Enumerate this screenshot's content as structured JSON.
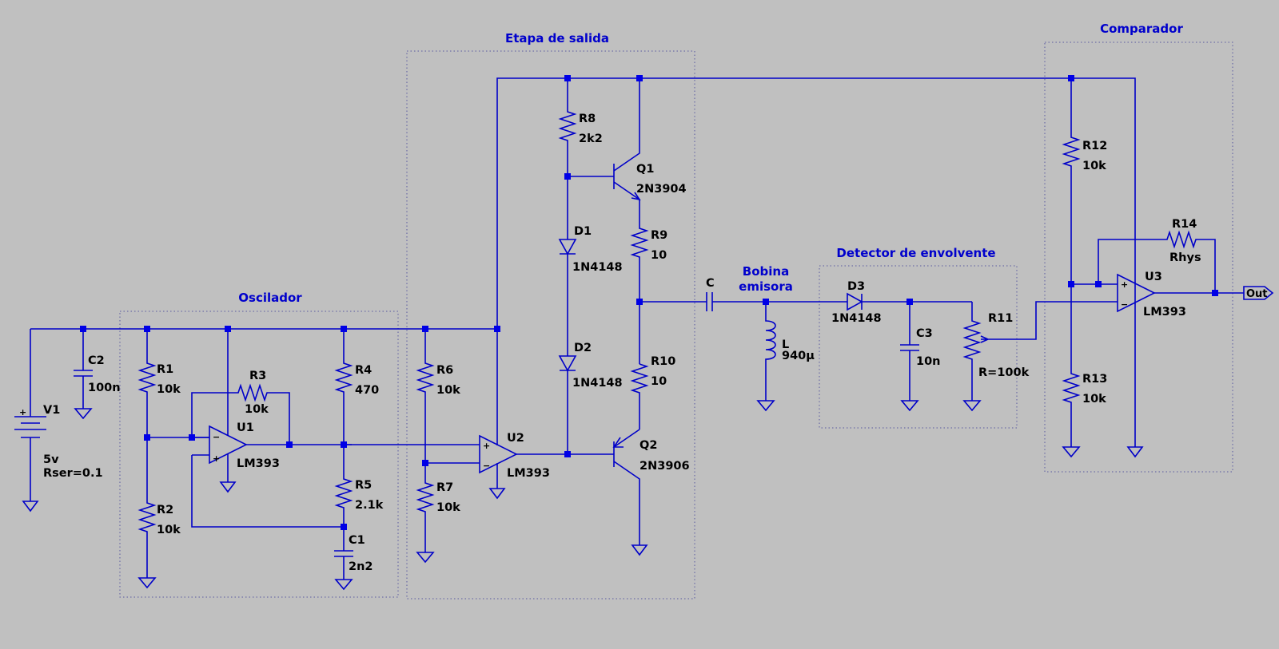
{
  "sections": {
    "oscilador": "Oscilador",
    "etapa_salida": "Etapa de salida",
    "comparador": "Comparador",
    "detector": "Detector de envolvente",
    "bobina_l1": "Bobina",
    "bobina_l2": "emisora"
  },
  "components": {
    "V1": {
      "name": "V1",
      "value": "5v",
      "extra": "Rser=0.1"
    },
    "C2": {
      "name": "C2",
      "value": "100n"
    },
    "R1": {
      "name": "R1",
      "value": "10k"
    },
    "R2": {
      "name": "R2",
      "value": "10k"
    },
    "R3": {
      "name": "R3",
      "value": "10k"
    },
    "U1": {
      "name": "U1",
      "value": "LM393"
    },
    "R4": {
      "name": "R4",
      "value": "470"
    },
    "R5": {
      "name": "R5",
      "value": "2.1k"
    },
    "C1": {
      "name": "C1",
      "value": "2n2"
    },
    "R6": {
      "name": "R6",
      "value": "10k"
    },
    "R7": {
      "name": "R7",
      "value": "10k"
    },
    "U2": {
      "name": "U2",
      "value": "LM393"
    },
    "R8": {
      "name": "R8",
      "value": "2k2"
    },
    "Q1": {
      "name": "Q1",
      "value": "2N3904"
    },
    "D1": {
      "name": "D1",
      "value": "1N4148"
    },
    "R9": {
      "name": "R9",
      "value": "10"
    },
    "D2": {
      "name": "D2",
      "value": "1N4148"
    },
    "R10": {
      "name": "R10",
      "value": "10"
    },
    "Q2": {
      "name": "Q2",
      "value": "2N3906"
    },
    "C": {
      "name": "C"
    },
    "L": {
      "name": "L",
      "value": "940µ"
    },
    "D3": {
      "name": "D3",
      "value": "1N4148"
    },
    "C3": {
      "name": "C3",
      "value": "10n"
    },
    "R11": {
      "name": "R11",
      "value": "R=100k"
    },
    "R12": {
      "name": "R12",
      "value": "10k"
    },
    "R13": {
      "name": "R13",
      "value": "10k"
    },
    "R14": {
      "name": "R14",
      "value": "Rhys"
    },
    "U3": {
      "name": "U3",
      "value": "LM393"
    }
  },
  "output_port": "Out",
  "opamp_pins": {
    "plus": "+",
    "minus": "−"
  },
  "battery_plus": "+",
  "colors": {
    "background": "#c0c0c0",
    "wire": "#0000c8",
    "node": "#0000e6",
    "section_label": "#0000cc"
  }
}
